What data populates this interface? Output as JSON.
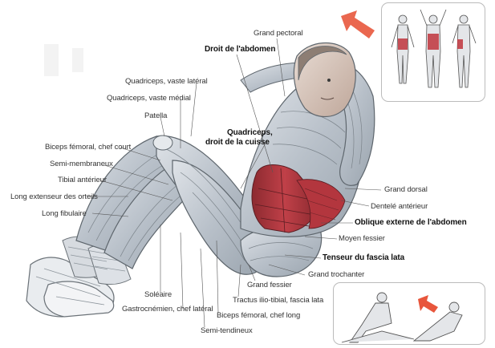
{
  "labels": {
    "grand_pectoral": "Grand pectoral",
    "droit_abdomen": "Droit de l'abdomen",
    "quad_vaste_lateral": "Quadriceps, vaste latéral",
    "quad_vaste_medial": "Quadriceps, vaste médial",
    "patella": "Patella",
    "quad_droit_cuisse_1": "Quadriceps,",
    "quad_droit_cuisse_2": "droit de la cuisse",
    "biceps_chef_court": "Biceps fémoral, chef court",
    "semi_membraneux": "Semi-membraneux",
    "tibial_anterieur": "Tibial antérieur",
    "long_extenseur": "Long extenseur des orteils",
    "long_fibulaire": "Long fibulaire",
    "grand_dorsal": "Grand dorsal",
    "dentele_anterieur": "Dentelé antérieur",
    "oblique_externe": "Oblique externe de l'abdomen",
    "moyen_fessier": "Moyen fessier",
    "tenseur_fascia_lata": "Tenseur du fascia lata",
    "grand_trochanter": "Grand trochanter",
    "grand_fessier": "Grand fessier",
    "tractus_ilio_tibial": "Tractus ilio-tibial, fascia lata",
    "soleaire": "Soléaire",
    "gastrocnemien": "Gastrocnémien, chef latéral",
    "biceps_chef_long": "Biceps fémoral, chef long",
    "semi_tendineux": "Semi-tendineux"
  },
  "colors": {
    "muscle_highlight": "#b7333a",
    "muscle_base": "#c9cfd6",
    "arrow": "#e8563c",
    "leader": "#555555"
  }
}
